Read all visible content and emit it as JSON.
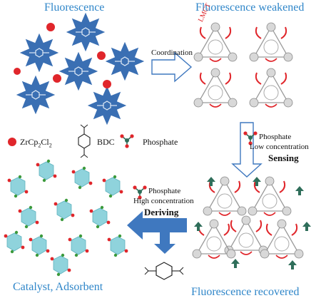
{
  "titles": {
    "fluorescence": "Fluorescence",
    "weakened": "Fluorescence weakened",
    "recovered": "Fluorescence recovered",
    "catalyst": "Catalyst, Adsorbent"
  },
  "labels": {
    "coordination": "Coordination",
    "lmct": "LMCT",
    "zr_prefix": "ZrCp",
    "zr_sub1": "2",
    "zr_mid": "Cl",
    "zr_sub2": "2",
    "bdc": "BDC",
    "phosphate": "Phosphate",
    "phosphate_low": "Phosphate",
    "low_concentration": "Low concentration",
    "sensing": "Sensing",
    "phosphate_high": "Phosphate",
    "high_concentration": "High concentration",
    "deriving": "Deriving"
  },
  "colors": {
    "title_blue": "#2f86c9",
    "star_blue": "#3a6fb3",
    "arrow_blue": "#3f78bf",
    "zr_red": "#e0262b",
    "cluster_cyan": "#8fd3dc",
    "phosphate_green": "#2f6e5a"
  },
  "icons": [
    "fluorescent-ligand-star-icon",
    "zr-sphere-icon",
    "bdc-molecule-icon",
    "phosphate-molecule-icon",
    "mof-cluster-icon",
    "block-arrow-icon"
  ]
}
